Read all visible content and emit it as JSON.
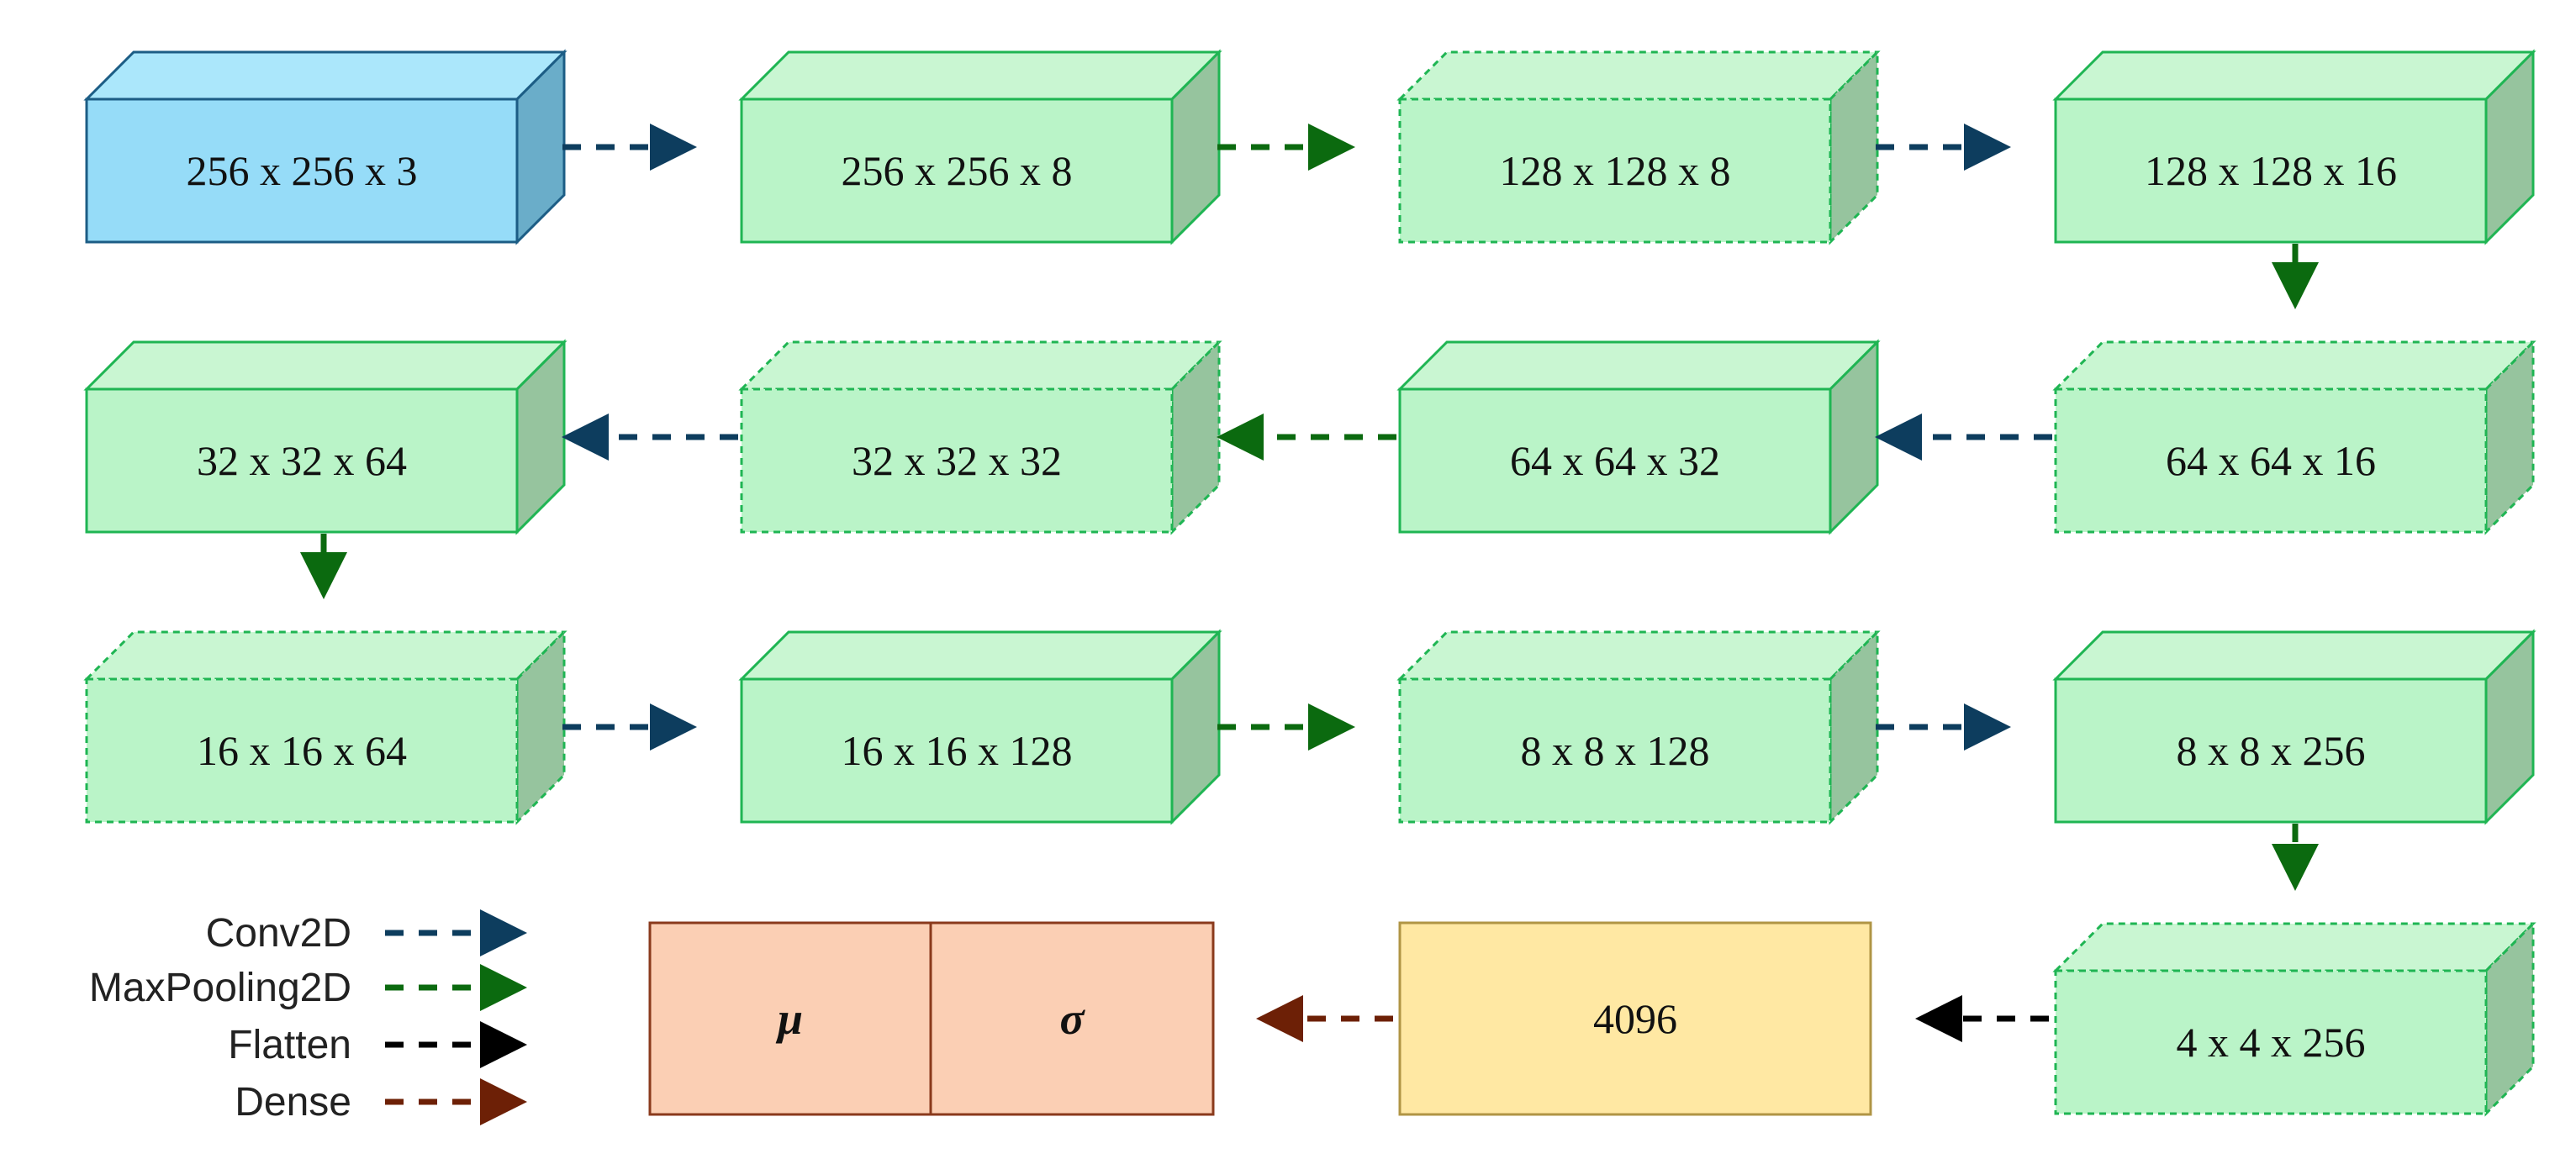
{
  "colors": {
    "input_front": "#96dcf8",
    "input_top": "#abe7fb",
    "input_side": "#6aadc9",
    "input_stroke": "#1c5d85",
    "layer_front": "#baf4c8",
    "layer_top": "#c9f6d2",
    "layer_side": "#96c49e",
    "layer_stroke": "#1fb553",
    "flatten_fill": "#ffe8a3",
    "flatten_stroke": "#b09545",
    "dense_fill": "#fbcfb4",
    "dense_stroke": "#8a3a1c",
    "conv": "#0d3d5e",
    "pool": "#0b6a0f",
    "flatten": "#000000",
    "dense": "#6d2006"
  },
  "blocks": [
    {
      "label": "256 x 256 x 3",
      "style": "input",
      "dashed": false
    },
    {
      "label": "256 x 256 x 8",
      "style": "layer",
      "dashed": false
    },
    {
      "label": "128 x 128 x 8",
      "style": "layer",
      "dashed": true
    },
    {
      "label": "128 x 128 x 16",
      "style": "layer",
      "dashed": false
    },
    {
      "label": "64 x 64 x 16",
      "style": "layer",
      "dashed": true
    },
    {
      "label": "64 x 64 x 32",
      "style": "layer",
      "dashed": false
    },
    {
      "label": "32 x 32 x 32",
      "style": "layer",
      "dashed": true
    },
    {
      "label": "32 x 32 x 64",
      "style": "layer",
      "dashed": false
    },
    {
      "label": "16 x 16 x 64",
      "style": "layer",
      "dashed": true
    },
    {
      "label": "16 x 16 x 128",
      "style": "layer",
      "dashed": false
    },
    {
      "label": "8 x 8 x 128",
      "style": "layer",
      "dashed": true
    },
    {
      "label": "8 x 8 x 256",
      "style": "layer",
      "dashed": false
    },
    {
      "label": "4 x 4 x 256",
      "style": "layer",
      "dashed": true
    }
  ],
  "flatten_box": {
    "label": "4096"
  },
  "dense_box": {
    "mu": "μ",
    "sigma": "σ"
  },
  "edges": [
    {
      "from": 0,
      "to": 1,
      "type": "conv"
    },
    {
      "from": 1,
      "to": 2,
      "type": "pool"
    },
    {
      "from": 2,
      "to": 3,
      "type": "conv"
    },
    {
      "from": 3,
      "to": 4,
      "type": "pool"
    },
    {
      "from": 4,
      "to": 5,
      "type": "conv"
    },
    {
      "from": 5,
      "to": 6,
      "type": "pool"
    },
    {
      "from": 6,
      "to": 7,
      "type": "conv"
    },
    {
      "from": 7,
      "to": 8,
      "type": "pool"
    },
    {
      "from": 8,
      "to": 9,
      "type": "conv"
    },
    {
      "from": 9,
      "to": 10,
      "type": "pool"
    },
    {
      "from": 10,
      "to": 11,
      "type": "conv"
    },
    {
      "from": 11,
      "to": 12,
      "type": "pool"
    },
    {
      "from": 12,
      "to": "flatten",
      "type": "flatten"
    },
    {
      "from": "flatten",
      "to": "dense",
      "type": "dense"
    }
  ],
  "legend": [
    {
      "label": "Conv2D",
      "type": "conv"
    },
    {
      "label": "MaxPooling2D",
      "type": "pool"
    },
    {
      "label": "Flatten",
      "type": "flatten"
    },
    {
      "label": "Dense",
      "type": "dense"
    }
  ]
}
